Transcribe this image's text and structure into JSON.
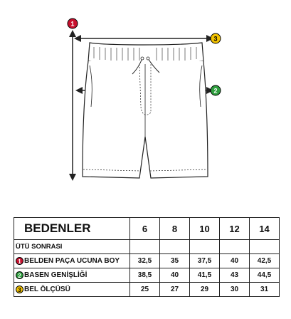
{
  "colors": {
    "marker_1": "#c8102e",
    "marker_2": "#2e9e3e",
    "marker_3": "#f2c200",
    "line": "#222222"
  },
  "illustration": {
    "markers": [
      {
        "num": "1",
        "meaning": "length"
      },
      {
        "num": "2",
        "meaning": "hip-width"
      },
      {
        "num": "3",
        "meaning": "waist"
      }
    ]
  },
  "table": {
    "header_title": "BEDENLER",
    "sizes": [
      "6",
      "8",
      "10",
      "12",
      "14"
    ],
    "subheader": "ÜTÜ SONRASI",
    "rows": [
      {
        "num": "1",
        "label": "BELDEN PAÇA UCUNA BOY",
        "values": [
          "32,5",
          "35",
          "37,5",
          "40",
          "42,5"
        ]
      },
      {
        "num": "2",
        "label": "BASEN GENİŞLİĞİ",
        "values": [
          "38,5",
          "40",
          "41,5",
          "43",
          "44,5"
        ]
      },
      {
        "num": "3",
        "label": "BEL ÖLÇÜSÜ",
        "values": [
          "25",
          "27",
          "29",
          "30",
          "31"
        ]
      }
    ]
  }
}
